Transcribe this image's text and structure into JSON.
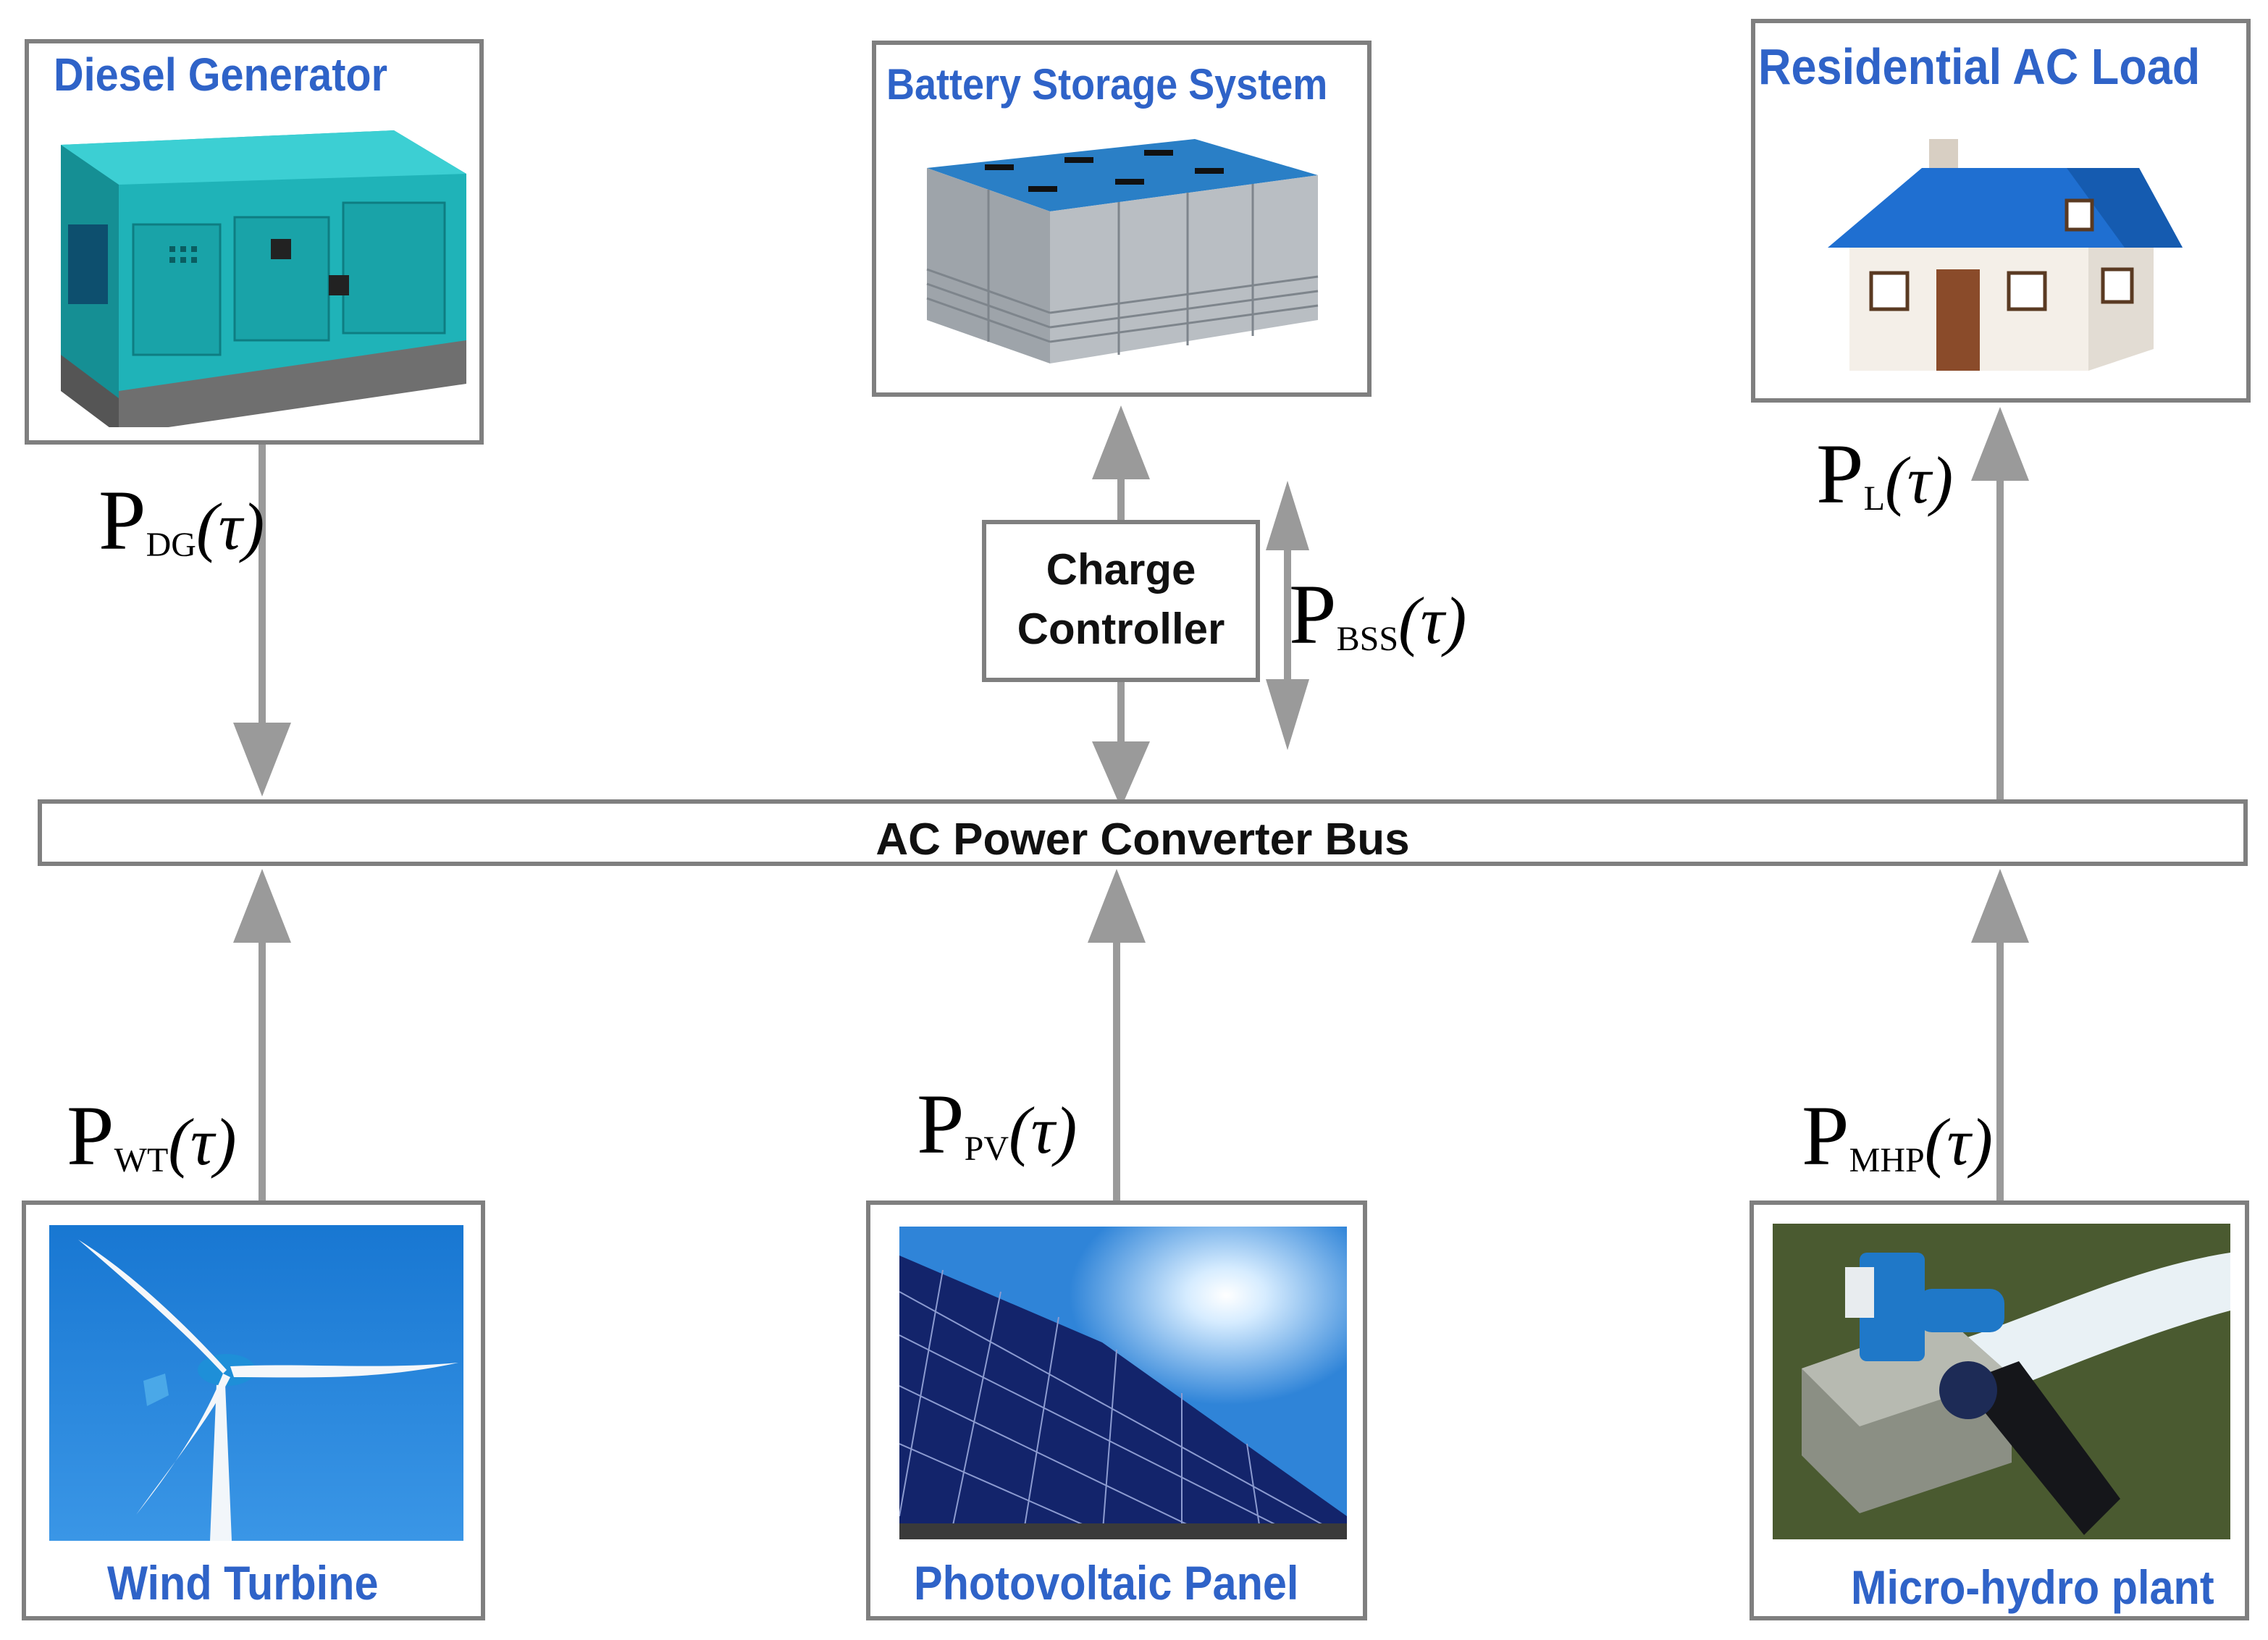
{
  "components": {
    "diesel_generator": {
      "title": "Diesel Generator"
    },
    "battery_storage": {
      "title": "Battery Storage System"
    },
    "residential_load": {
      "title": "Residential AC Load"
    },
    "wind_turbine": {
      "title": "Wind Turbine"
    },
    "pv_panel": {
      "title": "Photovoltaic Panel"
    },
    "micro_hydro": {
      "title": "Micro-hydro plant"
    }
  },
  "charge_controller": {
    "line1": "Charge",
    "line2": "Controller"
  },
  "bus": {
    "label": "AC Power Converter Bus"
  },
  "flows": {
    "dg": {
      "symbol": "P",
      "sub": "DG",
      "arg": "(τ)"
    },
    "bss": {
      "symbol": "P",
      "sub": "BSS",
      "arg": "(τ)"
    },
    "load": {
      "symbol": "P",
      "sub": "L",
      "arg": "(τ)"
    },
    "wt": {
      "symbol": "P",
      "sub": "WT",
      "arg": "(τ)"
    },
    "pv": {
      "symbol": "P",
      "sub": "PV",
      "arg": "(τ)"
    },
    "mhp": {
      "symbol": "P",
      "sub": "MHP",
      "arg": "(τ)"
    }
  },
  "colors": {
    "line": "#9a9a9a",
    "border": "#7f7f7f",
    "title_blue": "#2f63c8"
  }
}
